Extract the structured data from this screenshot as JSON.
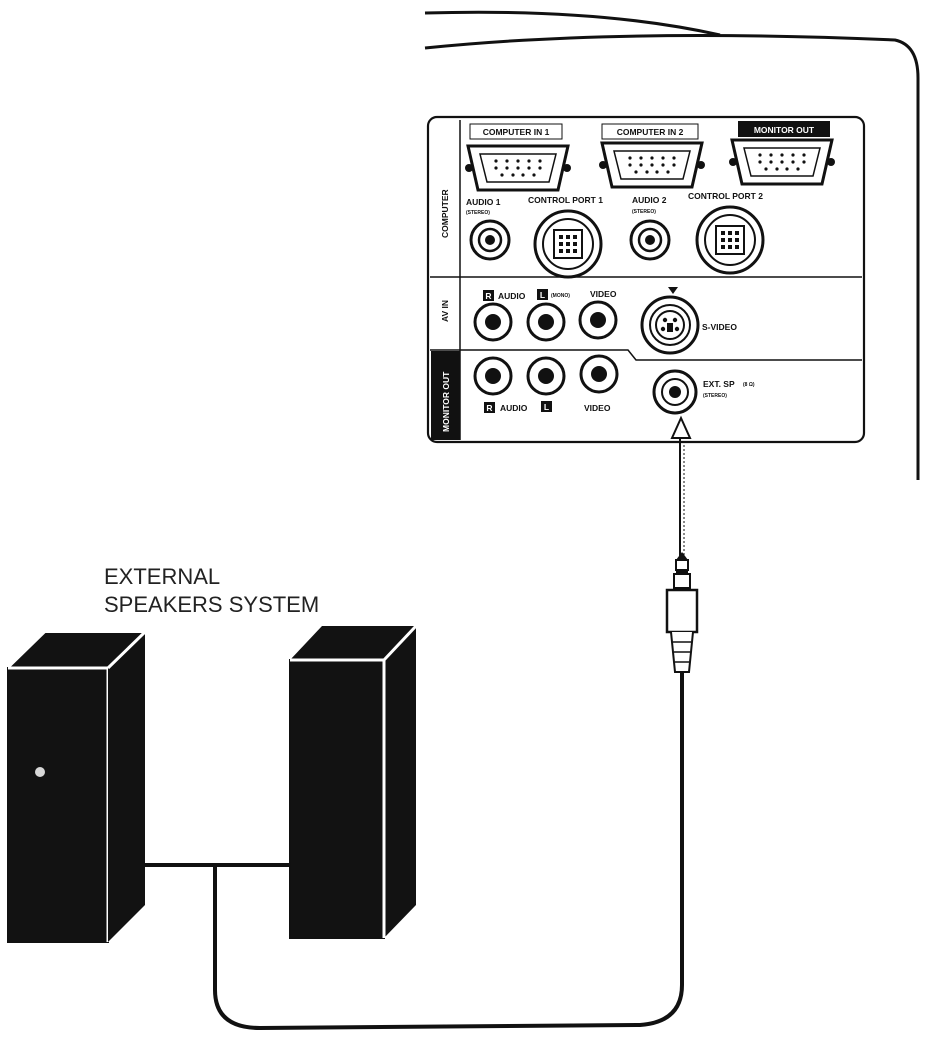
{
  "caption": {
    "line1": "EXTERNAL",
    "line2": "SPEAKERS SYSTEM"
  },
  "panel": {
    "groups": {
      "computer": "COMPUTER",
      "av_in": "AV IN",
      "monitor_out_side": "MONITOR OUT"
    },
    "vga": {
      "computer_in_1": "COMPUTER IN 1",
      "computer_in_2": "COMPUTER IN 2",
      "monitor_out": "MONITOR OUT"
    },
    "computer_row": {
      "audio1": "AUDIO 1",
      "audio1_sub": "(STEREO)",
      "control_port_1": "CONTROL PORT 1",
      "audio2": "AUDIO 2",
      "audio2_sub": "(STEREO)",
      "control_port_2": "CONTROL PORT 2"
    },
    "av_in_row": {
      "r_badge": "R",
      "audio": "AUDIO",
      "l_badge": "L",
      "mono": "(MONO)",
      "video": "VIDEO",
      "svideo": "S-VIDEO"
    },
    "monitor_out_row": {
      "r_badge": "R",
      "audio": "AUDIO",
      "l_badge": "L",
      "video": "VIDEO",
      "ext_sp": "EXT. SP",
      "ext_sp_ohm": "(8 Ω)",
      "ext_sp_sub": "(STEREO)"
    }
  },
  "colors": {
    "ink": "#111111",
    "paper": "#ffffff",
    "speaker_body": "#121212"
  }
}
